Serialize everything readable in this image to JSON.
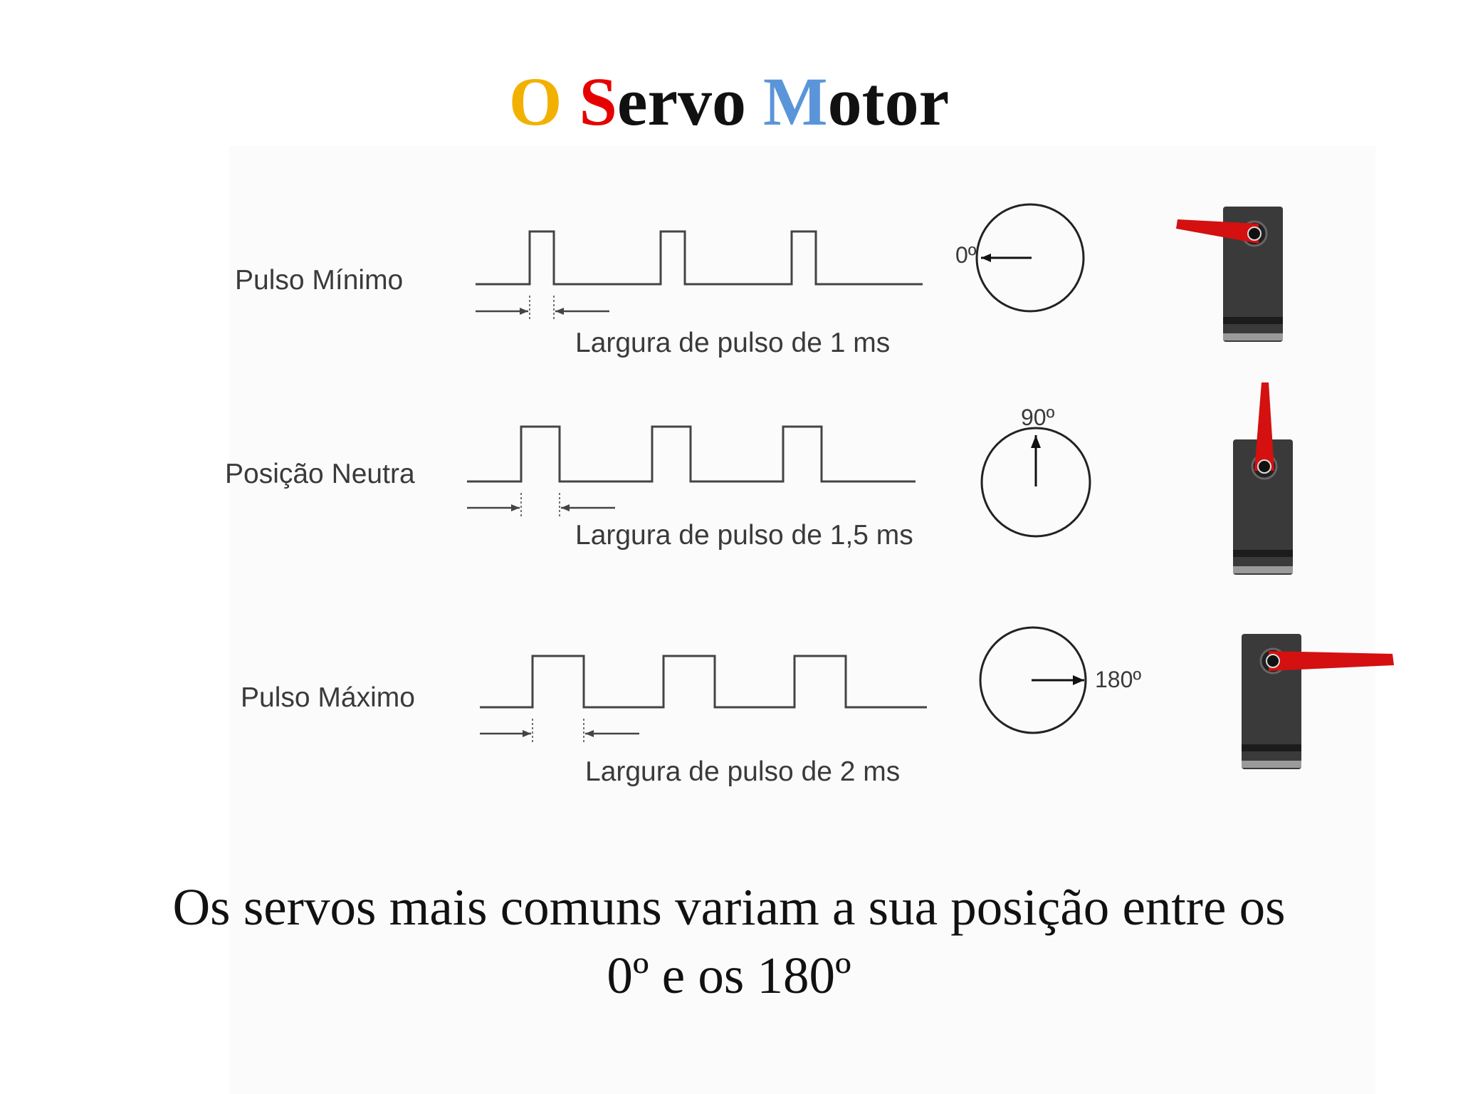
{
  "title": {
    "parts": [
      {
        "initial": "O",
        "rest": "",
        "color": "#f2b100"
      },
      {
        "initial": "S",
        "rest": "ervo",
        "color": "#e60000"
      },
      {
        "initial": "M",
        "rest": "otor",
        "color": "#5b95d9"
      }
    ]
  },
  "rows": [
    {
      "label": "Pulso Mínimo",
      "width_label": "Largura de pulso de 1 ms",
      "pulse_width_ms": 1,
      "angle_label": "0º",
      "angle_deg": 0
    },
    {
      "label": "Posição Neutra",
      "width_label": "Largura de pulso de 1,5 ms",
      "pulse_width_ms": 1.5,
      "angle_label": "90º",
      "angle_deg": 90
    },
    {
      "label": "Pulso Máximo",
      "width_label": "Largura de pulso de 2 ms",
      "pulse_width_ms": 2,
      "angle_label": "180º",
      "angle_deg": 180
    }
  ],
  "caption": {
    "line1": "Os servos mais comuns variam a sua posição entre os",
    "line2": "0º e os 180º"
  },
  "colors": {
    "servo_arm": "#d41010",
    "servo_body": "#3a3a3a",
    "signal_line": "#444444"
  }
}
